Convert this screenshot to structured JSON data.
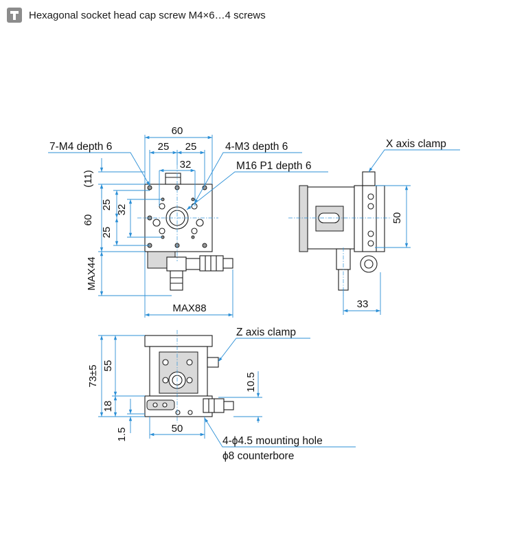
{
  "header": {
    "note": "Hexagonal socket head cap screw M4×6…4 screws",
    "icon": "screw-icon"
  },
  "top_view": {
    "dim_width": "60",
    "dim_25_left": "25",
    "dim_25_right": "25",
    "dim_32_top": "32",
    "dim_11": "(11)",
    "dim_25_upper": "25",
    "dim_32_side": "32",
    "dim_60_side": "60",
    "dim_25_lower": "25",
    "dim_max44": "MAX44",
    "dim_max88": "MAX88",
    "label_m4": "7-M4 depth 6",
    "label_m3": "4-M3 depth 6",
    "label_m16": "M16 P1 depth 6"
  },
  "side_view": {
    "label_x_clamp": "X axis clamp",
    "dim_50": "50",
    "dim_33": "33"
  },
  "front_view": {
    "label_z_clamp": "Z axis clamp",
    "dim_73": "73±5",
    "dim_55": "55",
    "dim_18": "18",
    "dim_15": "1.5",
    "dim_105": "10.5",
    "dim_50": "50",
    "label_mount_hole": "4-ϕ4.5 mounting hole",
    "label_counterbore": "ϕ8 counterbore"
  },
  "colors": {
    "dimension": "#2b8fd6",
    "outline": "#1a1a1a",
    "header_icon": "#8c8c8c"
  }
}
